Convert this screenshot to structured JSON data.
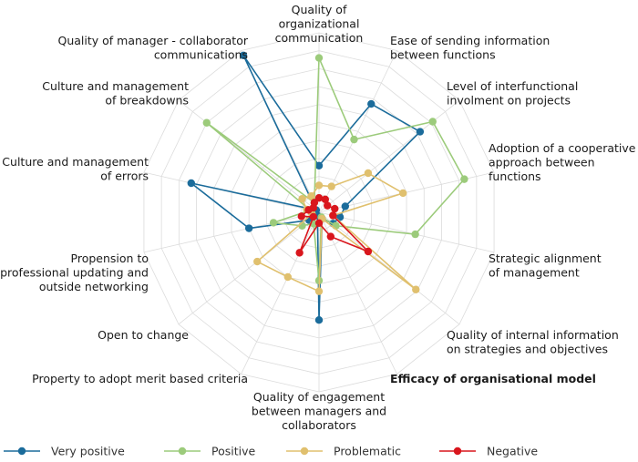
{
  "chart_data": {
    "type": "radar",
    "categories": [
      "Quality of organizational communication",
      "Ease of sending information between functions",
      "Level of interfunctional involment on projects",
      "Adoption of a cooperative approach between functions",
      "Strategic alignment of management",
      "Quality of internal information on strategies and objectives",
      "Efficacy of organisational model",
      "Quality of engagement between managers and collaborators",
      "Property to adopt merit based criteria",
      "Open to change",
      "Propension to professional updating and outside networking",
      "Culture and management of errors",
      "Culture and management of breakdowns",
      "Quality of manager - collaborator communications"
    ],
    "rmax": 100,
    "grid_rings": 10,
    "series": [
      {
        "name": "Very positive",
        "color": "#1b6c9b",
        "values": [
          26,
          67,
          72,
          15,
          12,
          10,
          4,
          60,
          2,
          7,
          40,
          73,
          2,
          97
        ]
      },
      {
        "name": "Positive",
        "color": "#9ccb7b",
        "values": [
          86,
          45,
          81,
          83,
          55,
          12,
          3,
          38,
          7,
          12,
          26,
          5,
          80,
          6
        ]
      },
      {
        "name": "Problematic",
        "color": "#e0c06e",
        "values": [
          15,
          16,
          35,
          48,
          8,
          69,
          4,
          44,
          40,
          44,
          4,
          7,
          12,
          10
        ]
      },
      {
        "name": "Negative",
        "color": "#d9161d",
        "values": [
          8,
          8,
          6,
          9,
          8,
          35,
          15,
          6,
          25,
          4,
          10,
          6,
          4,
          6
        ]
      }
    ],
    "legend_position": "bottom"
  },
  "labels": [
    {
      "lines": [
        "Quality of",
        "organizational",
        "communication"
      ],
      "bold": false
    },
    {
      "lines": [
        "Ease of sending information",
        "between functions"
      ],
      "bold": false
    },
    {
      "lines": [
        "Level of interfunctional",
        "involment on projects"
      ],
      "bold": false
    },
    {
      "lines": [
        "Adoption of a cooperative",
        "approach between",
        "functions"
      ],
      "bold": false
    },
    {
      "lines": [
        "Strategic alignment",
        "of management"
      ],
      "bold": false
    },
    {
      "lines": [
        "Quality of internal information",
        "on strategies and objectives"
      ],
      "bold": false
    },
    {
      "lines": [
        "Efficacy of organisational model"
      ],
      "bold": true
    },
    {
      "lines": [
        "Quality of engagement",
        "between managers and",
        "collaborators"
      ],
      "bold": false
    },
    {
      "lines": [
        "Property to adopt merit based criteria"
      ],
      "bold": false
    },
    {
      "lines": [
        "Open to change"
      ],
      "bold": false
    },
    {
      "lines": [
        "Propension to",
        "professional updating and",
        "outside networking"
      ],
      "bold": false
    },
    {
      "lines": [
        "Culture and management",
        "of errors"
      ],
      "bold": false
    },
    {
      "lines": [
        "Culture and management",
        "of breakdowns"
      ],
      "bold": false
    },
    {
      "lines": [
        "Quality of manager - collaborator",
        "communications"
      ],
      "bold": false
    }
  ]
}
